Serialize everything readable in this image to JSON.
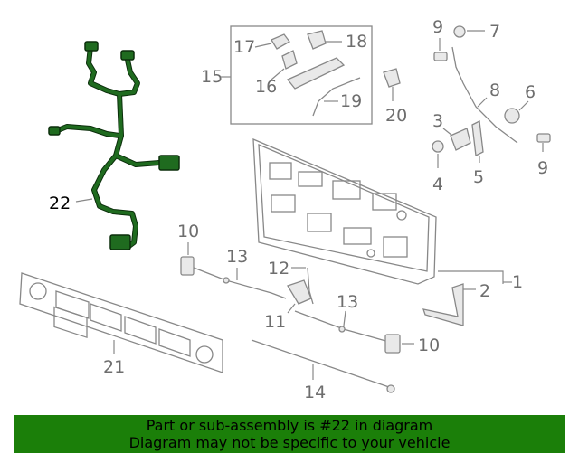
{
  "diagram": {
    "callouts": {
      "c1": "1",
      "c2": "2",
      "c3": "3",
      "c4": "4",
      "c5": "5",
      "c6": "6",
      "c7": "7",
      "c8": "8",
      "c9a": "9",
      "c9b": "9",
      "c10a": "10",
      "c10b": "10",
      "c11": "11",
      "c12": "12",
      "c13a": "13",
      "c13b": "13",
      "c14": "14",
      "c15": "15",
      "c16": "16",
      "c17": "17",
      "c18": "18",
      "c19": "19",
      "c20": "20",
      "c21": "21",
      "c22": "22"
    },
    "highlight_part": "22",
    "colors": {
      "highlight": "#1f6b1f",
      "banner": "#1b7f09",
      "callout": "#6e6e6e"
    }
  },
  "banner": {
    "line1": "Part or sub-assembly is #22 in diagram",
    "line2": "Diagram may not be specific to your vehicle"
  }
}
